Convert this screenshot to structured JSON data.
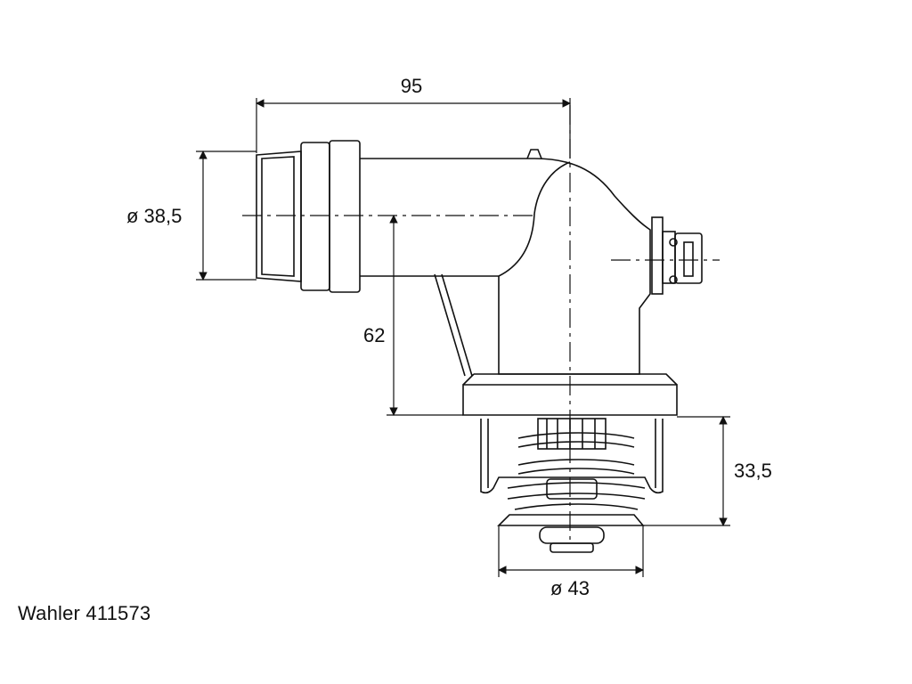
{
  "dimensions": {
    "width_95": "95",
    "diameter_38_5": "ø 38,5",
    "height_62": "62",
    "height_33_5": "33,5",
    "diameter_43": "ø 43"
  },
  "caption": "Wahler 411573",
  "colors": {
    "line": "#111111",
    "background": "#ffffff"
  }
}
